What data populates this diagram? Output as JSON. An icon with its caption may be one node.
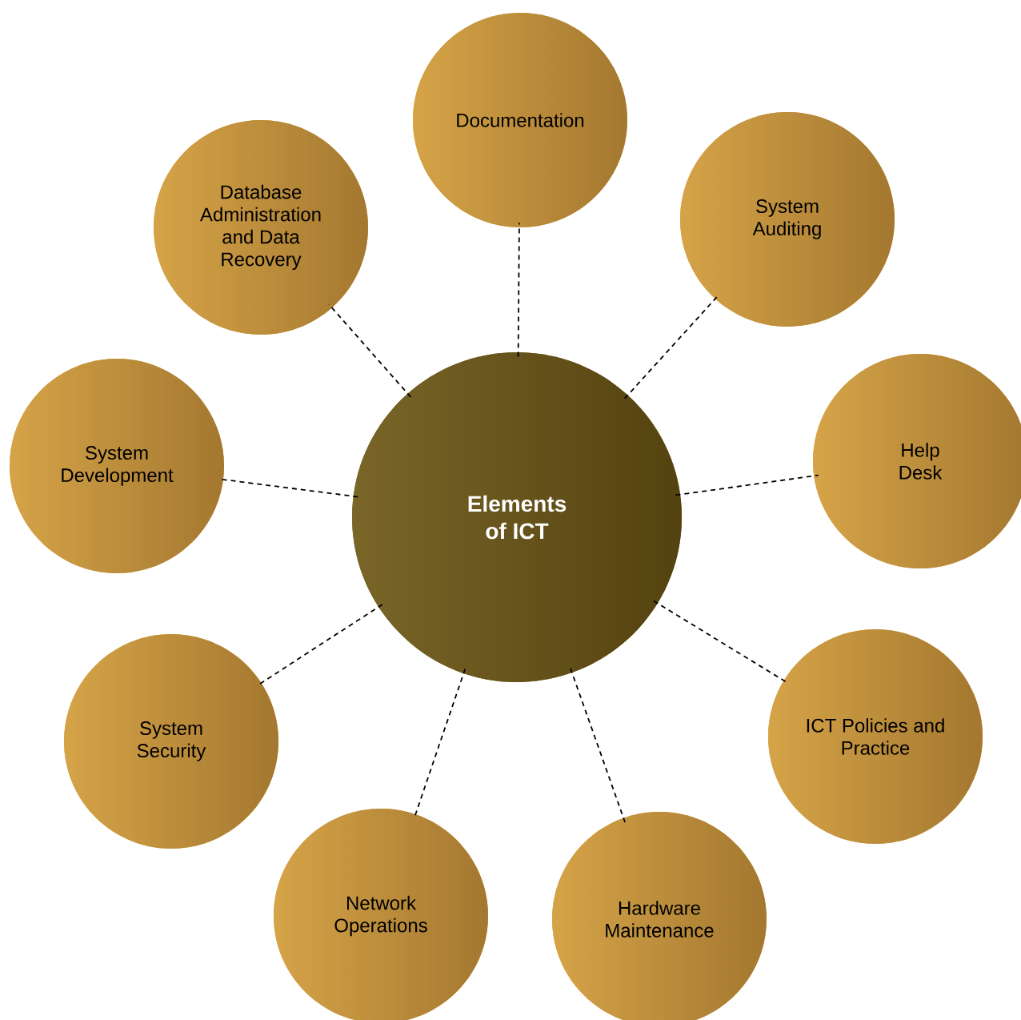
{
  "diagram": {
    "nodes": [
      {
        "text": [
          "Elements of ICT"
        ]
      },
      {
        "text": [
          "Documentation"
        ]
      },
      {
        "text": [
          "Database Administration and Data Recovery"
        ]
      },
      {
        "text": [
          "System Auditing"
        ]
      },
      {
        "text": [
          "System Development"
        ]
      },
      {
        "text": [
          "Help Desk"
        ]
      },
      {
        "text": [
          "System Security"
        ]
      },
      {
        "text": [
          "ICT Policies and Practice"
        ]
      },
      {
        "text": [
          "Network Operations"
        ]
      },
      {
        "text": [
          "Hardware Maintenance"
        ]
      }
    ],
    "edges": [
      {
        "from": 0,
        "to": 1,
        "arrow": "none",
        "style": "dashed"
      },
      {
        "from": 0,
        "to": 2,
        "arrow": "none",
        "style": "dashed"
      },
      {
        "from": 0,
        "to": 3,
        "arrow": "none",
        "style": "dashed"
      },
      {
        "from": 0,
        "to": 4,
        "arrow": "none",
        "style": "dashed"
      },
      {
        "from": 0,
        "to": 5,
        "arrow": "none",
        "style": "dashed"
      },
      {
        "from": 0,
        "to": 6,
        "arrow": "none",
        "style": "dashed"
      },
      {
        "from": 0,
        "to": 7,
        "arrow": "none",
        "style": "dashed"
      },
      {
        "from": 0,
        "to": 8,
        "arrow": "none",
        "style": "dashed"
      },
      {
        "from": 0,
        "to": 9,
        "arrow": "none",
        "style": "dashed"
      }
    ]
  }
}
